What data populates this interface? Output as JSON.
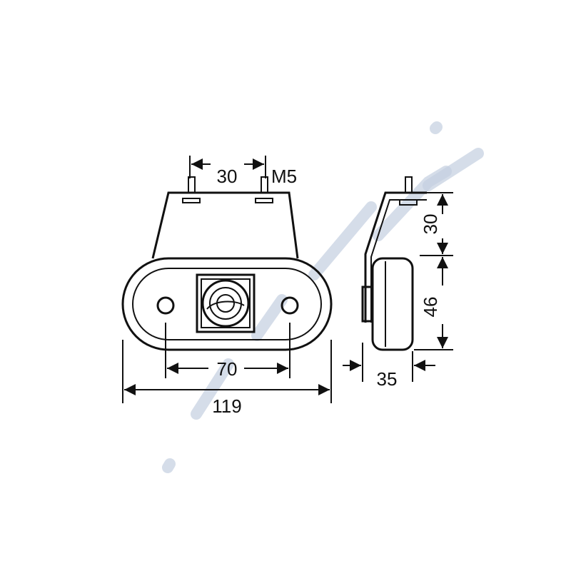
{
  "drawing": {
    "front_view": {
      "stud_spacing_label": "30",
      "thread_label": "M5",
      "hole_spacing_label": "70",
      "overall_width_label": "119"
    },
    "side_view": {
      "bracket_height_label": "30",
      "lamp_height_label": "46",
      "depth_label": "35"
    }
  },
  "watermark": {
    "color": "#c3cfe0"
  },
  "colors": {
    "line": "#111111",
    "background": "#ffffff"
  }
}
